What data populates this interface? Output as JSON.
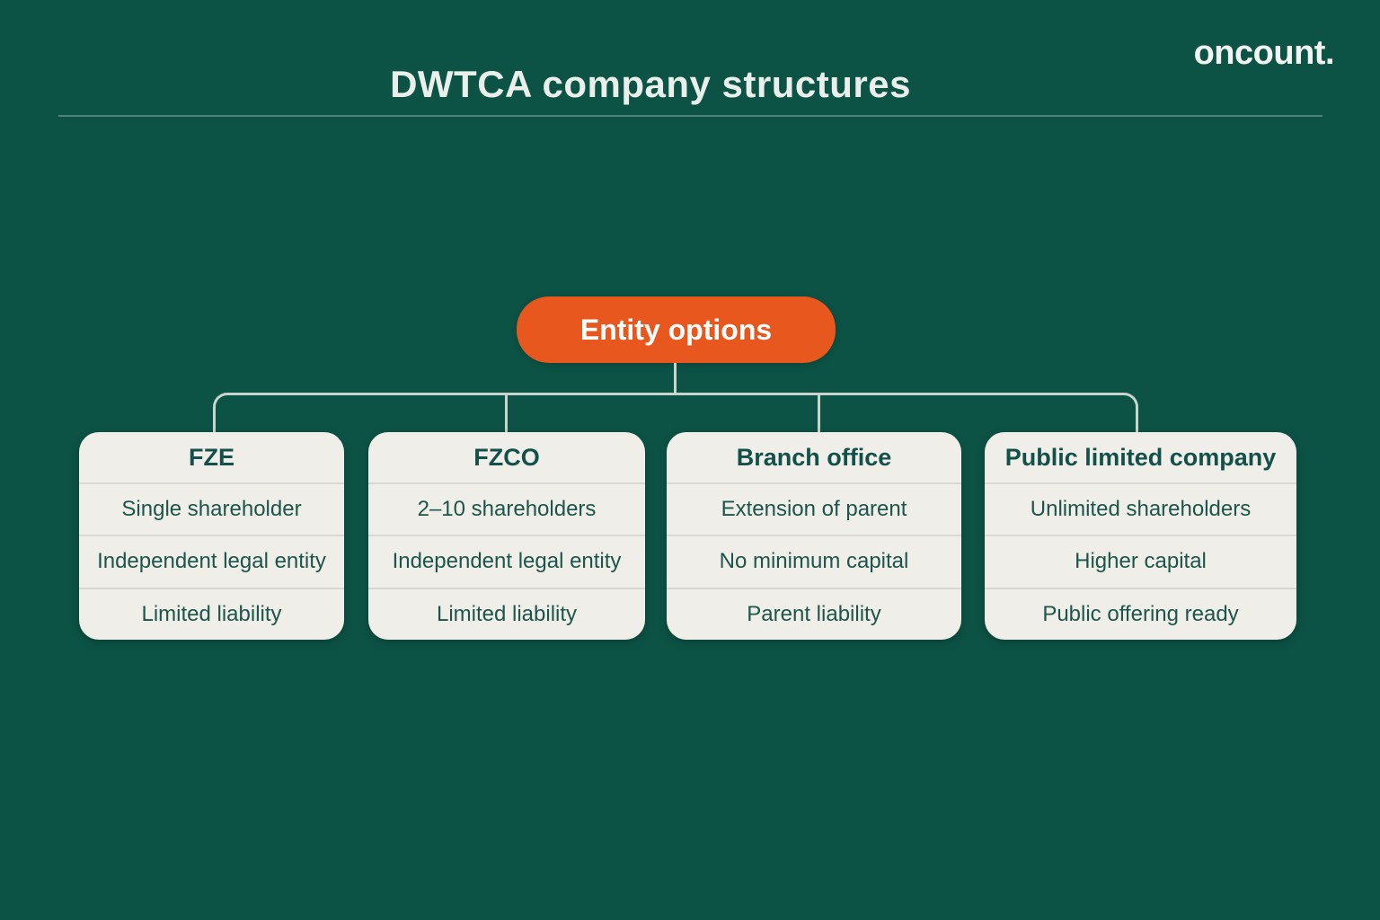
{
  "page": {
    "title": "DWTCA company structures",
    "logo": "oncount."
  },
  "root": {
    "label": "Entity options"
  },
  "entities": [
    {
      "title": "FZE",
      "features": [
        "Single shareholder",
        "Independent legal entity",
        "Limited liability"
      ]
    },
    {
      "title": "FZCO",
      "features": [
        "2–10 shareholders",
        "Independent legal entity",
        "Limited liability"
      ]
    },
    {
      "title": "Branch office",
      "features": [
        "Extension of parent",
        "No minimum capital",
        "Parent liability"
      ]
    },
    {
      "title": "Public limited company",
      "features": [
        "Unlimited shareholders",
        "Higher capital",
        "Public offering ready"
      ]
    }
  ],
  "colors": {
    "background": "#0c5345",
    "accent_orange": "#e8571e",
    "card_background": "#efeee9",
    "card_text": "#1d554b",
    "connector_line": "#c7d5ce",
    "title_text": "#e9efea"
  }
}
